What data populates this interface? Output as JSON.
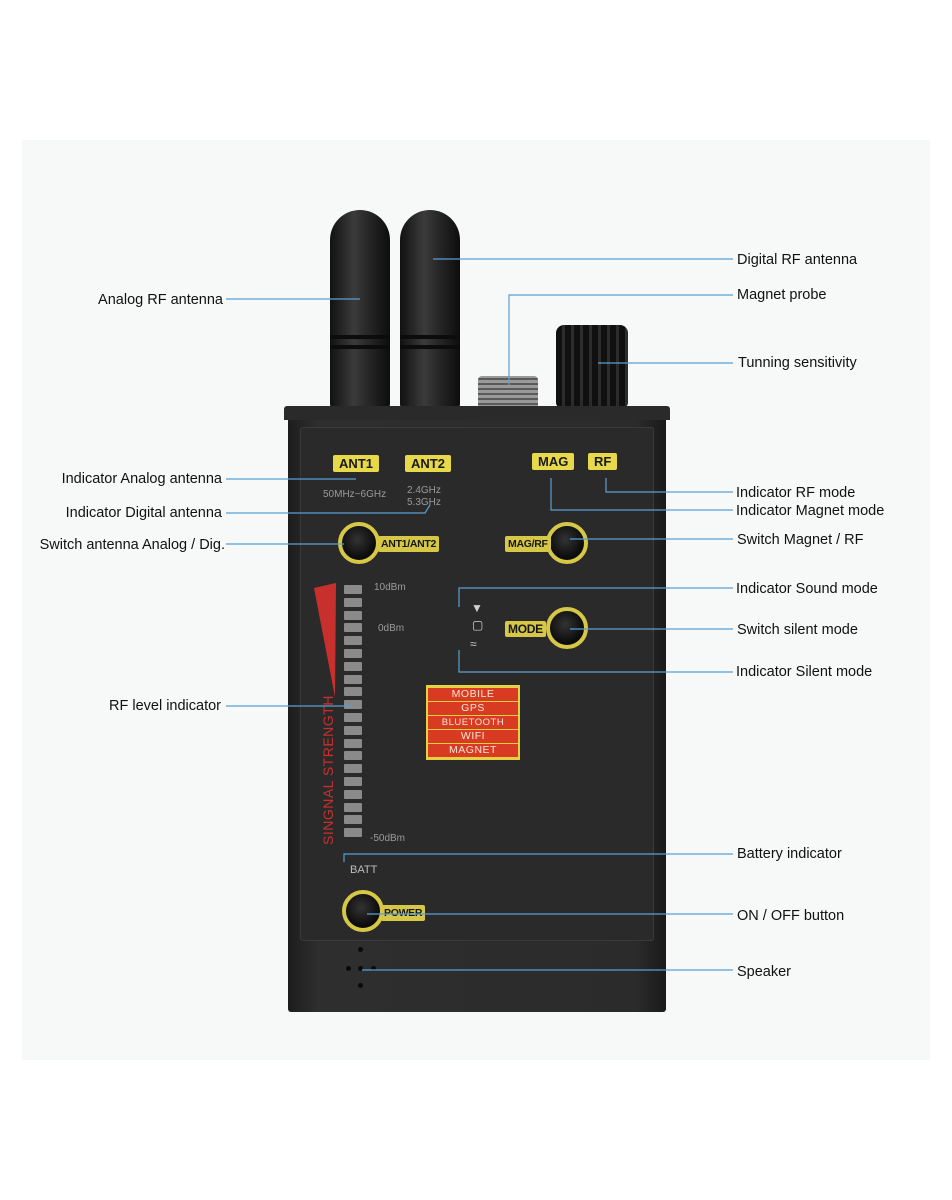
{
  "callouts": {
    "digital_rf_antenna": "Digital RF antenna",
    "analog_rf_antenna": "Analog RF antenna",
    "magnet_probe": "Magnet probe",
    "tuning_sensitivity": "Tunning sensitivity",
    "indicator_analog_antenna": "Indicator Analog antenna",
    "indicator_rf_mode": "Indicator RF mode",
    "indicator_digital_antenna": "Indicator Digital antenna",
    "indicator_magnet_mode": "Indicator Magnet mode",
    "switch_antenna": "Switch antenna Analog / Dig.",
    "switch_magnet_rf": "Switch Magnet / RF",
    "indicator_sound_mode": "Indicator Sound mode",
    "switch_silent_mode": "Switch silent mode",
    "indicator_silent_mode": "Indicator Silent mode",
    "rf_level_indicator": "RF level indicator",
    "battery_indicator": "Battery indicator",
    "on_off_button": "ON / OFF button",
    "speaker": "Speaker"
  },
  "device": {
    "ant1": "ANT1",
    "ant2": "ANT2",
    "mag": "MAG",
    "rf": "RF",
    "ant1_freq": "50MHz~6GHz",
    "ant2_freq_1": "2.4GHz",
    "ant2_freq_2": "5.3GHz",
    "ant_switch": "ANT1/ANT2",
    "mag_rf_switch": "MAG/RF",
    "mode_switch": "MODE",
    "power_switch": "POWER",
    "scale_top": "10dBm",
    "scale_mid": "0dBm",
    "scale_bottom": "-50dBm",
    "signal_strength": "SINGNAL STRENGTH",
    "batt": "BATT",
    "modes": [
      "MOBILE",
      "GPS",
      "BLUETOOTH",
      "WIFI",
      "MAGNET"
    ]
  },
  "colors": {
    "callout_line": "#5a9fd4",
    "tag_yellow": "#e8d94a",
    "mode_red": "#d93a22",
    "strength_red": "#c8302e"
  }
}
